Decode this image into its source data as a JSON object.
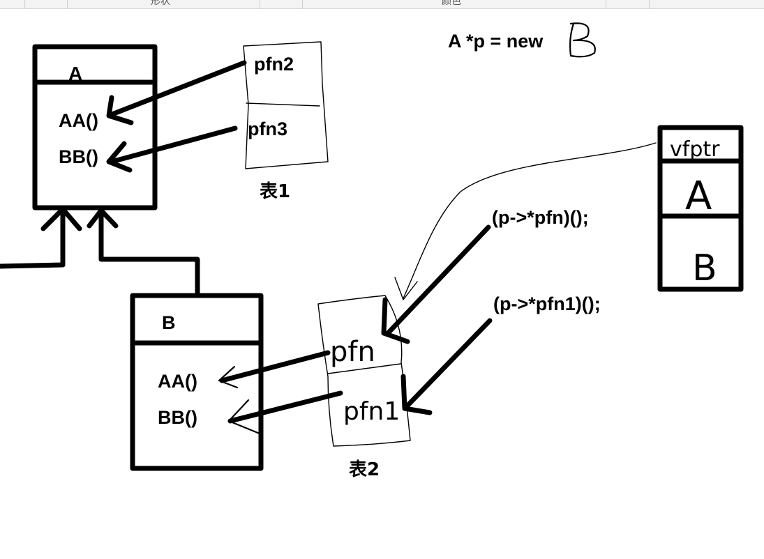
{
  "toolbar": {
    "group1_label_cut": "形状",
    "group2_label_cut": "颜色"
  },
  "code_caption": {
    "text": "A *p = new",
    "handwritten_suffix": "B"
  },
  "class_a": {
    "title": "A",
    "methods": [
      "AA()",
      "BB()"
    ]
  },
  "class_b": {
    "title": "B",
    "methods": [
      "AA()",
      "BB()"
    ]
  },
  "table1": {
    "cells": [
      "pfn2",
      "pfn3"
    ],
    "caption": "表1"
  },
  "table2": {
    "cells": [
      "pfn",
      "pfn1"
    ],
    "caption": "表2"
  },
  "object_box": {
    "cells": [
      "vfptr",
      "A",
      "B"
    ]
  },
  "calls": {
    "call1": "(p->*pfn)();",
    "call2": "(p->*pfn1)();"
  }
}
